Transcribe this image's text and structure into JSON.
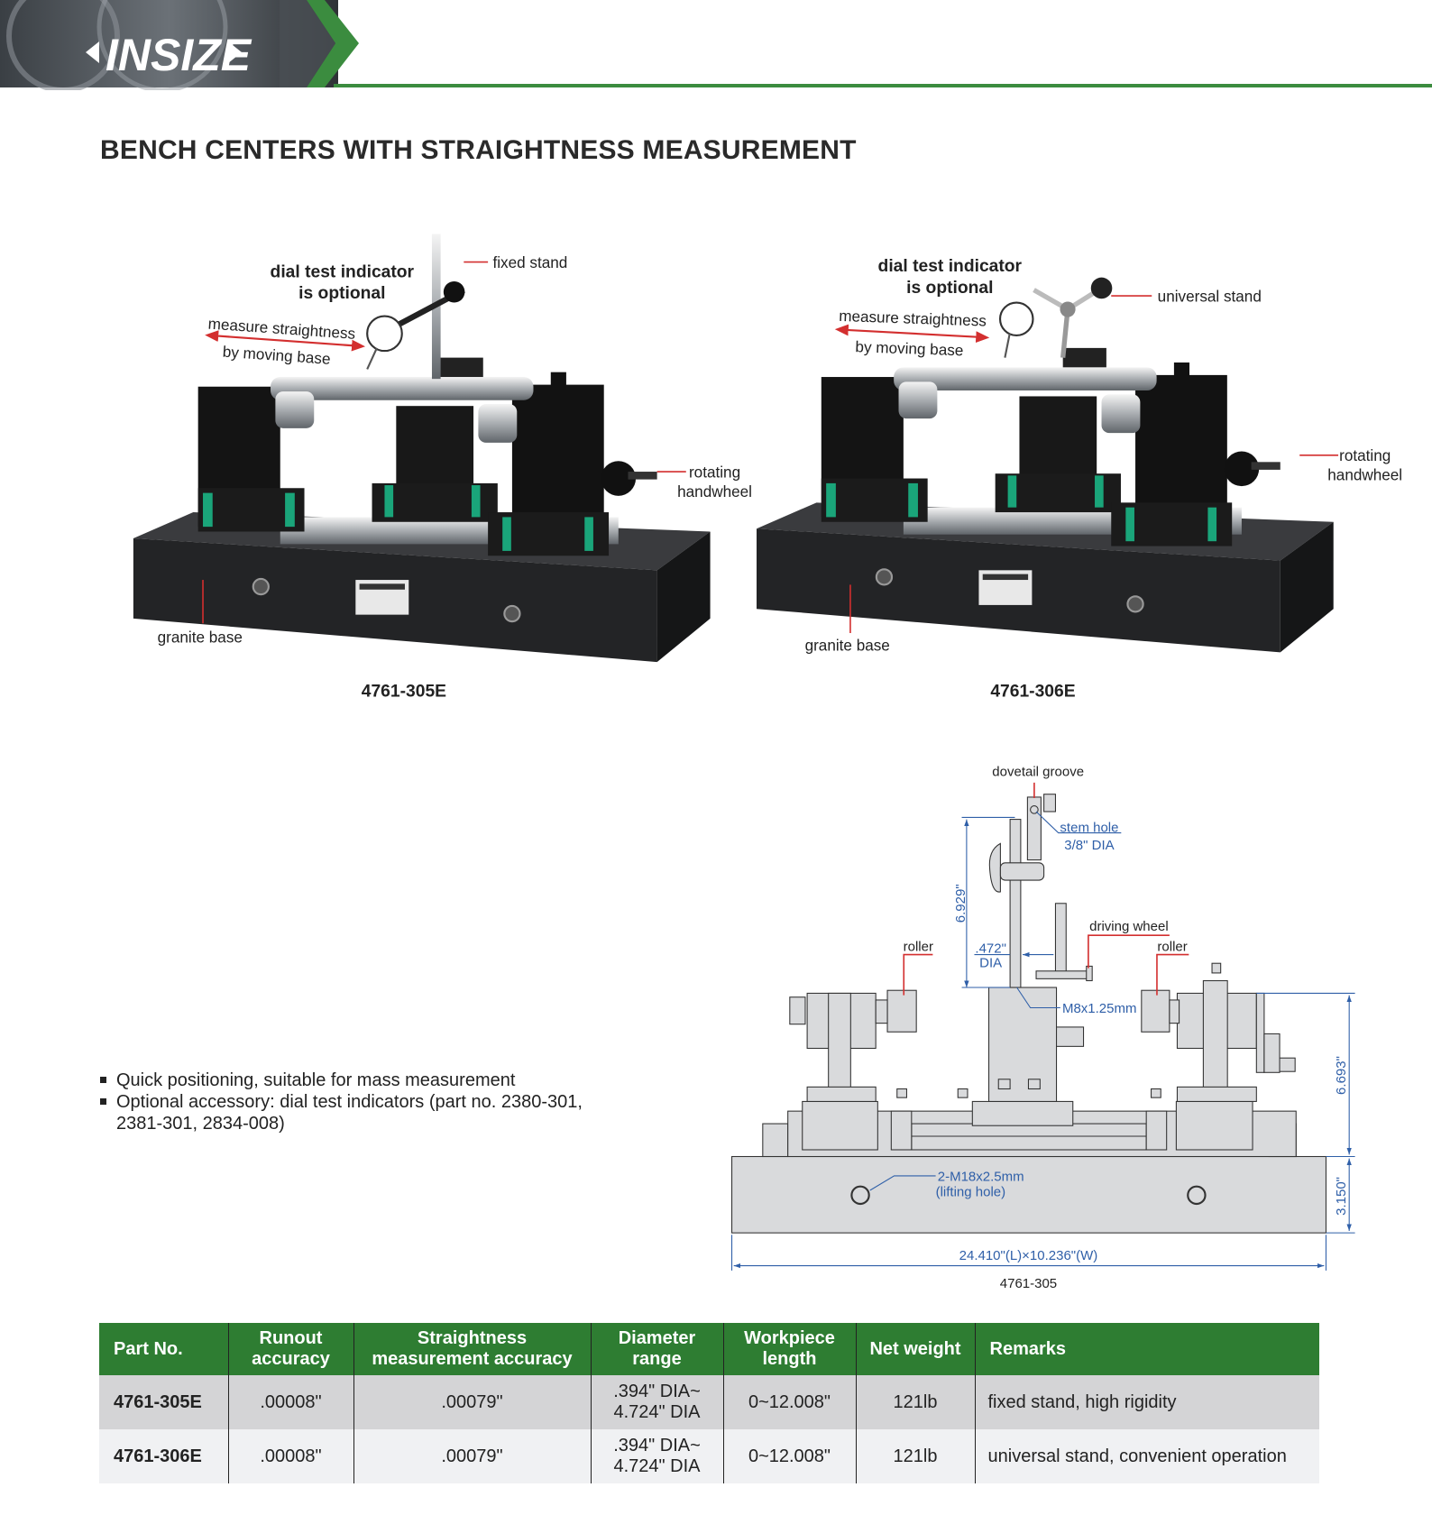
{
  "header": {
    "logo_text": "INSIZE",
    "brand_color": "#2e7d32"
  },
  "title": "BENCH CENTERS WITH STRAIGHTNESS MEASUREMENT",
  "products": [
    {
      "model": "4761-305E",
      "callouts": {
        "indicator_line1": "dial test indicator",
        "indicator_line2": "is optional",
        "stand": "fixed stand",
        "measure_line1": "measure straightness",
        "measure_line2": "by moving base",
        "handwheel_line1": "rotating",
        "handwheel_line2": "handwheel",
        "base": "granite base"
      }
    },
    {
      "model": "4761-306E",
      "callouts": {
        "indicator_line1": "dial test indicator",
        "indicator_line2": "is optional",
        "stand": "universal stand",
        "measure_line1": "measure straightness",
        "measure_line2": "by moving base",
        "handwheel_line1": "rotating",
        "handwheel_line2": "handwheel",
        "base": "granite base"
      }
    }
  ],
  "features": [
    "Quick positioning, suitable for mass measurement",
    "Optional accessory: dial test indicators (part no. 2380-301,",
    "2381-301, 2834-008)"
  ],
  "drawing": {
    "dovetail": "dovetail groove",
    "stem_hole": "stem hole",
    "stem_hole_dia": "3/8\" DIA",
    "roller_left": "roller",
    "roller_right": "roller",
    "driving_wheel": "driving wheel",
    "rod_dia": ".472\"",
    "rod_dia_unit": "DIA",
    "thread": "M8x1.25mm",
    "lifting_hole": "2-M18x2.5mm",
    "lifting_hole_note": "(lifting hole)",
    "height_stand": "6.929\"",
    "height_center": "6.693\"",
    "height_base": "3.150\"",
    "footprint": "24.410\"(L)×10.236\"(W)",
    "model": "4761-305"
  },
  "table": {
    "headers": [
      [
        "Part No.",
        ""
      ],
      [
        "Runout",
        "accuracy"
      ],
      [
        "Straightness",
        "measurement accuracy"
      ],
      [
        "Diameter",
        "range"
      ],
      [
        "Workpiece",
        "length"
      ],
      [
        "Net weight",
        ""
      ],
      [
        "Remarks",
        ""
      ]
    ],
    "rows": [
      {
        "part": "4761-305E",
        "runout": ".00008\"",
        "straightness": ".00079\"",
        "dia1": ".394\" DIA~",
        "dia2": "4.724\" DIA",
        "length": "0~12.008\"",
        "weight": "121lb",
        "remarks": "fixed stand, high rigidity"
      },
      {
        "part": "4761-306E",
        "runout": ".00008\"",
        "straightness": ".00079\"",
        "dia1": ".394\" DIA~",
        "dia2": "4.724\" DIA",
        "length": "0~12.008\"",
        "weight": "121lb",
        "remarks": "universal stand, convenient operation"
      }
    ]
  }
}
